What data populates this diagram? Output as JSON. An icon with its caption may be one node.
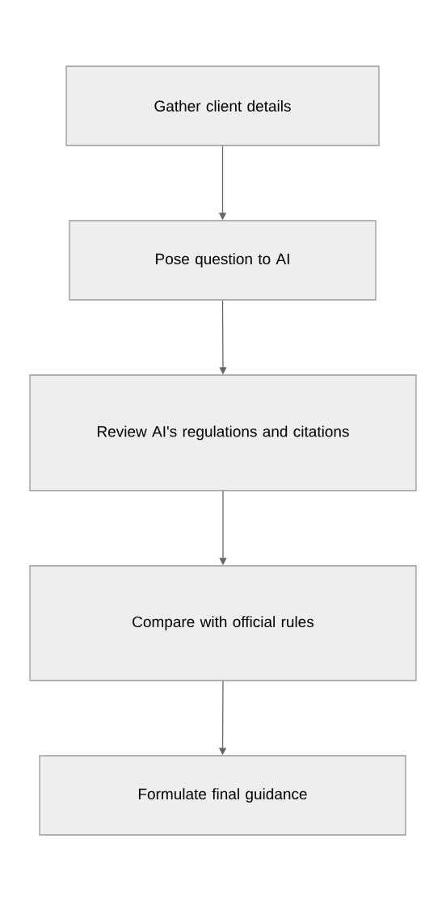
{
  "diagram": {
    "nodes": [
      {
        "text": [
          "Gather client details"
        ]
      },
      {
        "text": [
          "Pose question to AI"
        ]
      },
      {
        "text": [
          "Review AI's regulations and citations"
        ]
      },
      {
        "text": [
          "Compare with official rules"
        ]
      },
      {
        "text": [
          "Formulate final guidance"
        ]
      }
    ],
    "edges": [
      {
        "from": 0,
        "to": 1,
        "arrow": "to"
      },
      {
        "from": 1,
        "to": 2,
        "arrow": "to"
      },
      {
        "from": 2,
        "to": 3,
        "arrow": "to"
      },
      {
        "from": 3,
        "to": 4,
        "arrow": "to"
      }
    ]
  }
}
